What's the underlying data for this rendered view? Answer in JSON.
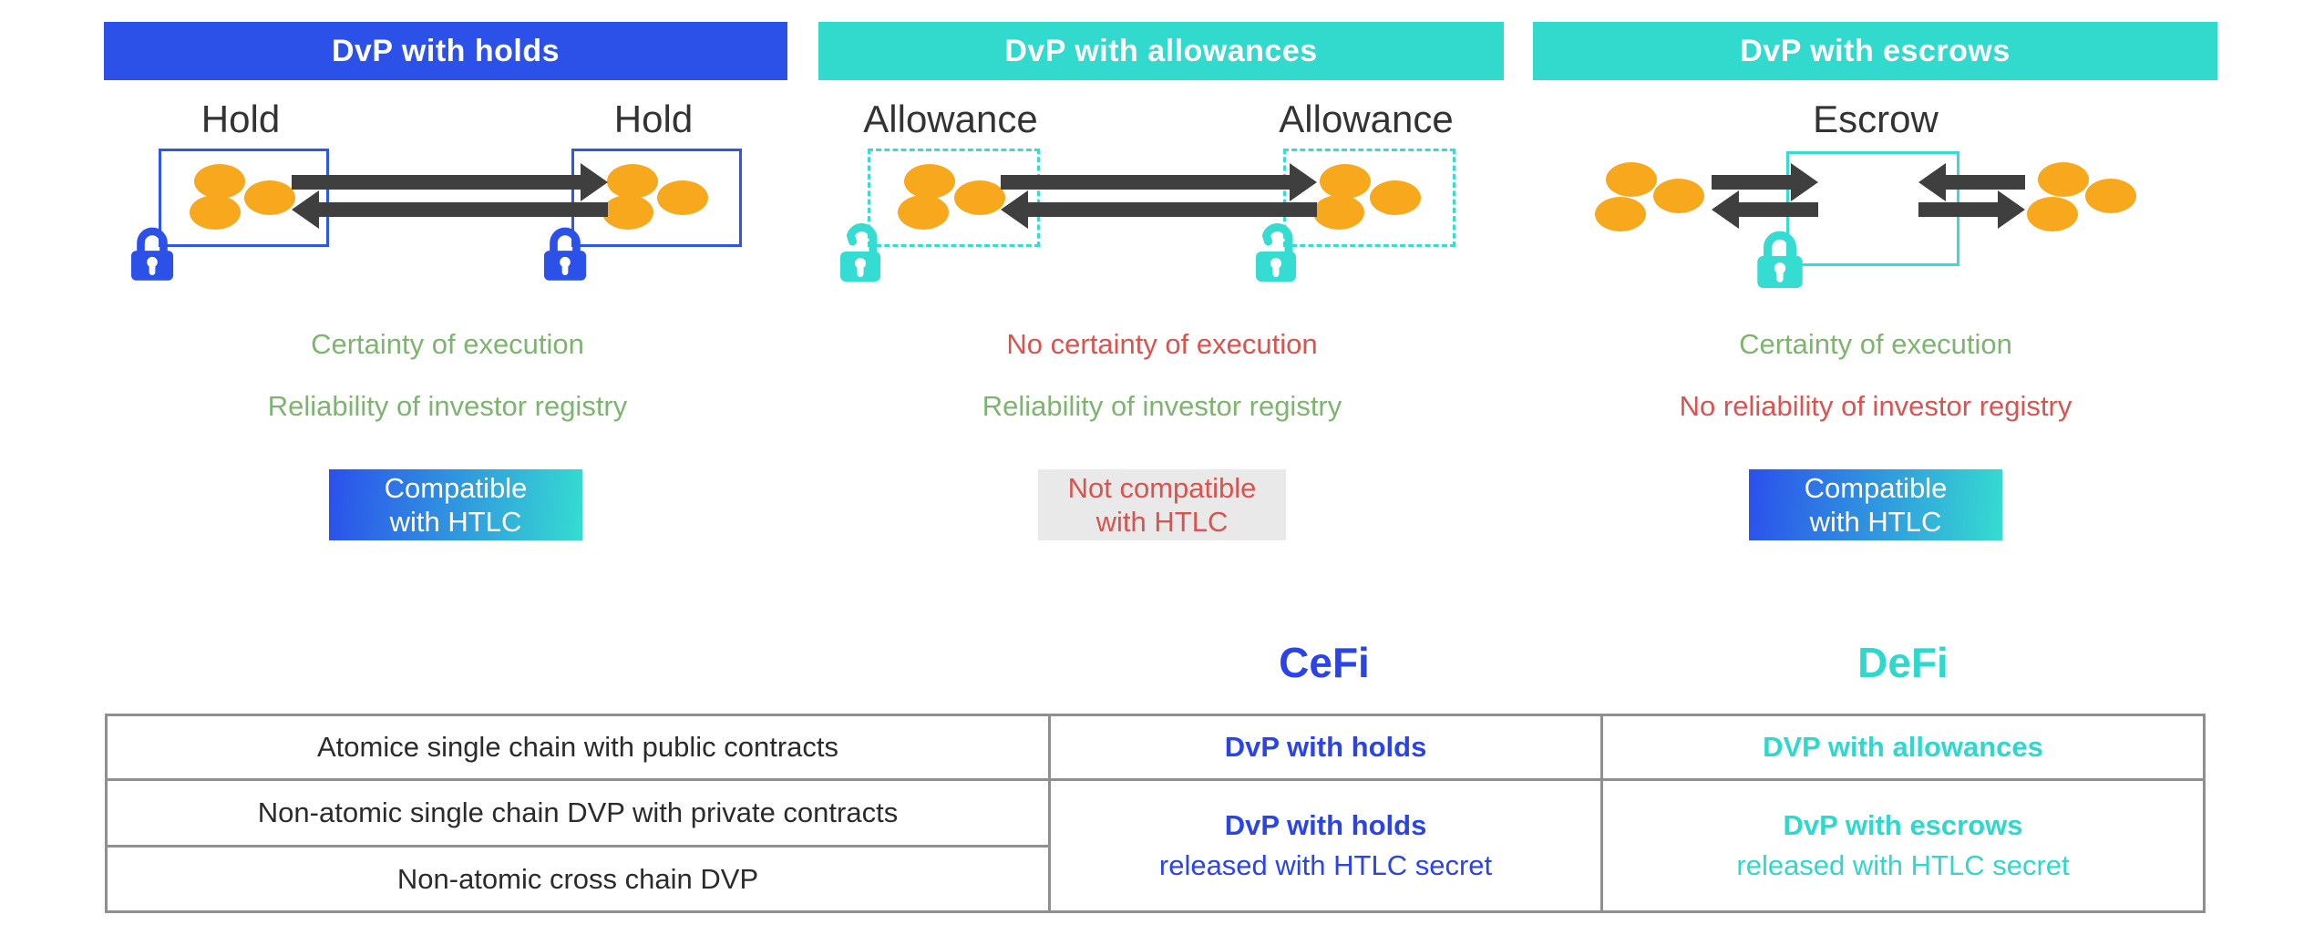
{
  "palette": {
    "blue": "#2b51e8",
    "teal": "#32d9cd",
    "blue_text": "#2b44e8",
    "teal_text": "#2fd8cc",
    "coin_orange": "#f7a81c",
    "arrow_gray": "#3f3f3f",
    "green_text": "#7db56e",
    "red_text": "#d9534f",
    "badge_gray_bg": "#e9e9e9",
    "badge_gradient_left": "#2b50ec",
    "badge_gradient_right": "#35dcd1",
    "table_border": "#8f8f8f"
  },
  "icons": {
    "closed_lock": "padlock-closed-icon",
    "open_lock": "padlock-open-icon",
    "coin": "token-coin",
    "arrow": "transfer-arrow"
  },
  "panels": [
    {
      "header": "DvP with holds",
      "model": "holds",
      "left_label": "Hold",
      "right_label": "Hold",
      "line1": {
        "text": "Certainty of execution",
        "tone": "green"
      },
      "line2": {
        "text": "Reliability of investor registry",
        "tone": "green"
      },
      "badge": {
        "line1": "Compatible",
        "line2": "with HTLC",
        "variant": "gradient"
      }
    },
    {
      "header": "DvP with allowances",
      "model": "allowances",
      "left_label": "Allowance",
      "right_label": "Allowance",
      "line1": {
        "text": "No certainty of execution",
        "tone": "red"
      },
      "line2": {
        "text": "Reliability of investor registry",
        "tone": "green"
      },
      "badge": {
        "line1": "Not compatible",
        "line2": "with HTLC",
        "variant": "gray"
      }
    },
    {
      "header": "DvP with escrows",
      "model": "escrows",
      "center_label": "Escrow",
      "line1": {
        "text": "Certainty of execution",
        "tone": "green"
      },
      "line2": {
        "text": "No reliability of investor registry",
        "tone": "red"
      },
      "badge": {
        "line1": "Compatible",
        "line2": "with HTLC",
        "variant": "gradient"
      }
    }
  ],
  "comparison": {
    "cefi_heading": "CeFi",
    "defi_heading": "DeFi",
    "table": {
      "row_labels": [
        "Atomice single chain with public contracts",
        "Non-atomic single chain DVP with private contracts",
        "Non-atomic cross chain DVP"
      ],
      "cefi_row1": "DvP with holds",
      "defi_row1": "DVP with allowances",
      "cefi_merged": {
        "line1": "DvP with holds",
        "line2": "released with HTLC secret"
      },
      "defi_merged": {
        "line1": "DvP with escrows",
        "line2": "released with HTLC secret"
      }
    }
  }
}
